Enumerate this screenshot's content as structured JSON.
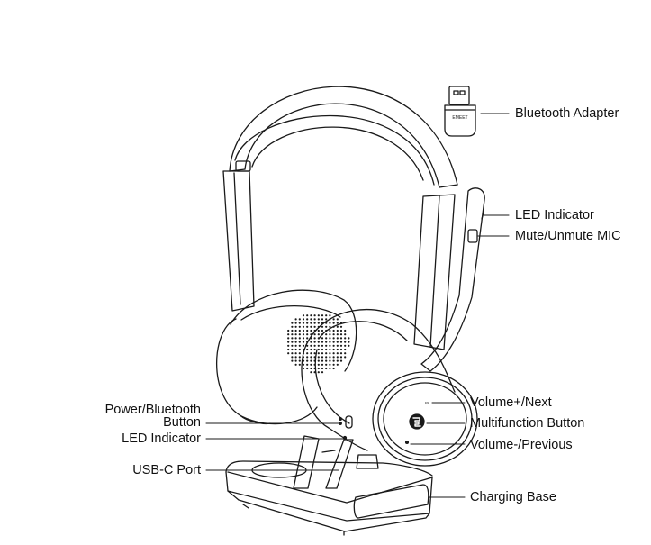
{
  "labels": {
    "bluetooth_adapter": "Bluetooth Adapter",
    "led_indicator_mic": "LED Indicator",
    "mute_unmute_mic": "Mute/Unmute MIC",
    "volume_up_next": "Volume+/Next",
    "multifunction_button": "Multifunction Button",
    "volume_down_previous": "Volume-/Previous",
    "charging_base": "Charging Base",
    "power_bluetooth_line1": "Power/Bluetooth",
    "power_bluetooth_line2": "Button",
    "led_indicator_cup": "LED Indicator",
    "usb_c_port": "USB-C Port"
  },
  "adapter_brand": "EMEET",
  "colors": {
    "line": "#1a1a1a",
    "background": "#ffffff"
  }
}
